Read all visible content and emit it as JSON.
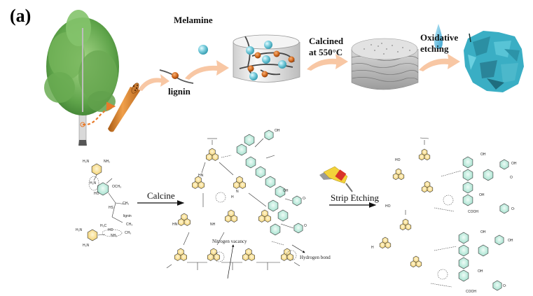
{
  "figure": {
    "panel_label": "(a)",
    "top_process": {
      "steps": [
        {
          "id": "tree",
          "label": ""
        },
        {
          "id": "wood-fiber",
          "label": ""
        },
        {
          "id": "lignin",
          "label": "lignin"
        },
        {
          "id": "melamine",
          "label": "Melamine"
        },
        {
          "id": "mixture",
          "label": ""
        },
        {
          "id": "calcined",
          "label_line1": "Calcined",
          "label_line2": "at 550°C"
        },
        {
          "id": "layered-carbon-nitride",
          "label": ""
        },
        {
          "id": "oxidative-etching",
          "label_line1": "Oxidative",
          "label_line2": "etching"
        },
        {
          "id": "etched-product",
          "label": ""
        }
      ]
    },
    "bottom_scheme": {
      "reactant": {
        "labels": [
          "H₂N",
          "NH₂",
          "H₂N",
          "HO",
          "OCH₃",
          "CH₃",
          "HS",
          "lignin",
          "H₃C",
          "HO",
          "NH₂",
          "CH₃",
          "CH₃",
          "H₂N",
          "H₂N"
        ]
      },
      "arrow1_label": "Calcine",
      "intermediate": {
        "annotation_vacancy": "Nitrogen vacancy",
        "annotation_hbond": "Hydrogen bond",
        "labels": [
          "OH",
          "OH",
          "O·",
          "O",
          "HN",
          "HN",
          "NH",
          "N",
          "H"
        ]
      },
      "arrow2_label": "Strip Etching",
      "product": {
        "labels": [
          "OH",
          "OH",
          "O",
          "OH",
          "O·",
          "COOH",
          "HO",
          "HO",
          "H"
        ]
      }
    }
  },
  "colors": {
    "arrow_peach": "#f8c7a4",
    "triazine_yellow": "#f6dc8a",
    "aromatic_green": "#a8e6d4",
    "melamine_cyan": "#7fd0df",
    "lignin_node": "#d2691e",
    "etched_teal": "#3aaec4",
    "dashed_orange": "#e87a2a"
  }
}
